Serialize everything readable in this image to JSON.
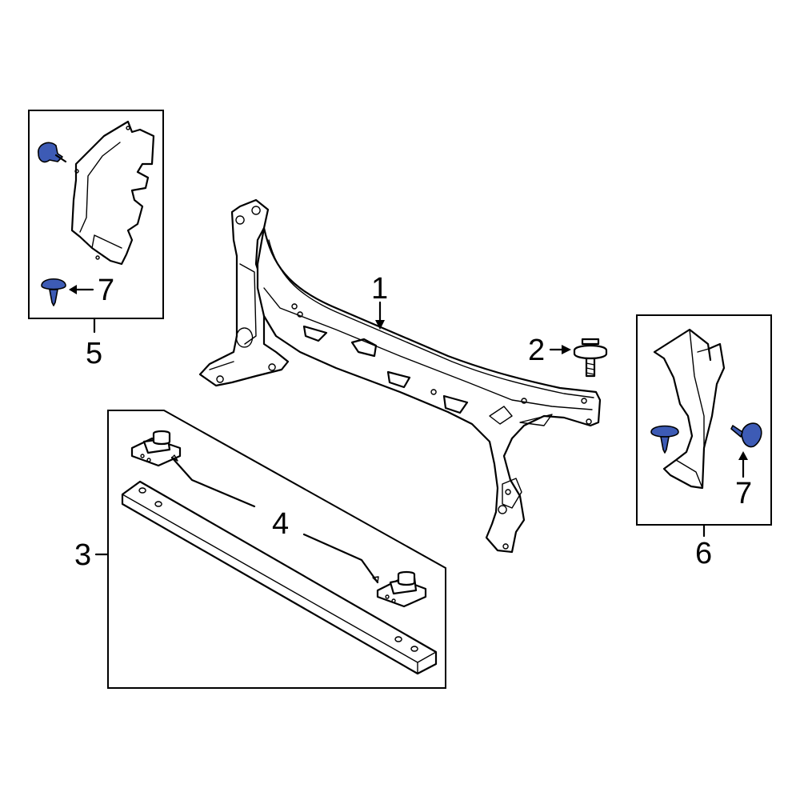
{
  "callouts": {
    "c1": "1",
    "c2": "2",
    "c3": "3",
    "c4": "4",
    "c5": "5",
    "c6": "6",
    "c7a": "7",
    "c7b": "7"
  },
  "colors": {
    "fastener_blue": "#3d5bb5",
    "line": "#000000",
    "background": "#ffffff"
  }
}
